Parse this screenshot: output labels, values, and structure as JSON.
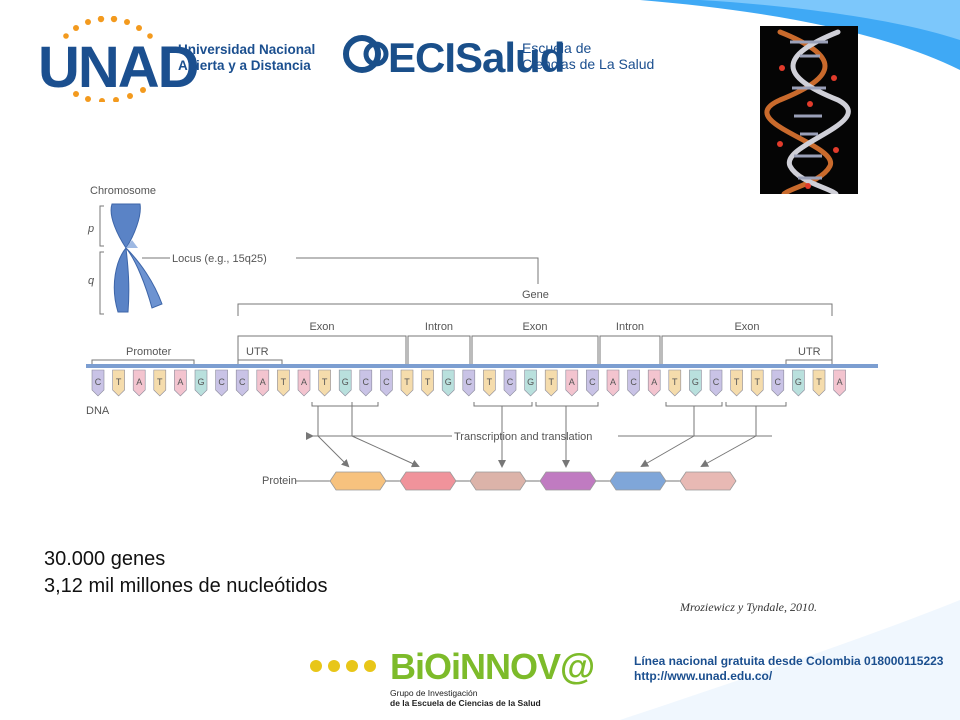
{
  "header": {
    "unad_logo": {
      "name": "UNAD",
      "line1": "Universidad Nacional",
      "line2": "Abierta y a Distancia"
    },
    "ecisalud_logo": {
      "name": "ECISalud",
      "line1": "Escuela de",
      "line2": "Ciencias de La Salud"
    },
    "photo_icon": "dna-double-helix"
  },
  "diagram": {
    "chromosome_label": "Chromosome",
    "p_label": "p",
    "q_label": "q",
    "locus_label": "Locus (e.g., 15q25)",
    "gene_label": "Gene",
    "segments": [
      "Exon",
      "Intron",
      "Exon",
      "Intron",
      "Exon"
    ],
    "promoter_label": "Promoter",
    "utr_left": "UTR",
    "utr_right": "UTR",
    "dna_label": "DNA",
    "bases": [
      "C",
      "T",
      "A",
      "T",
      "A",
      "G",
      "C",
      "C",
      "A",
      "T",
      "A",
      "T",
      "G",
      "C",
      "C",
      "T",
      "T",
      "G",
      "C",
      "T",
      "C",
      "G",
      "T",
      "A",
      "C",
      "A",
      "C",
      "A",
      "T",
      "G",
      "C",
      "T",
      "T",
      "C",
      "G",
      "T",
      "A"
    ],
    "transcription_label": "Transcription and translation",
    "protein_label": "Protein",
    "protein_colors": [
      "#f7c27e",
      "#f0939b",
      "#dcb3a9",
      "#c07bc1",
      "#7fa6d9",
      "#e8b9b4"
    ],
    "colors": {
      "C": "#c9c3e6",
      "T": "#f5dcac",
      "A": "#f3c4cf",
      "G": "#b9e0dd"
    }
  },
  "stats": {
    "line1": "30.000 genes",
    "line2": "3,12 mil millones de nucleótidos"
  },
  "citation": "Mroziewicz y Tyndale, 2010.",
  "footer": {
    "bioinnova_name": "BiOiNNOV@",
    "bioinnova_line1": "Grupo de Investigación",
    "bioinnova_line2": "de la Escuela de Ciencias de la Salud",
    "contact_line1": "Línea nacional gratuita desde Colombia 018000115223",
    "contact_line2": "http://www.unad.edu.co/"
  },
  "theme": {
    "brand_blue": "#1b4f8f",
    "brand_orange": "#f39a1e",
    "swoosh": "#3fa9f5",
    "dna_line": "#7c9ed1"
  }
}
